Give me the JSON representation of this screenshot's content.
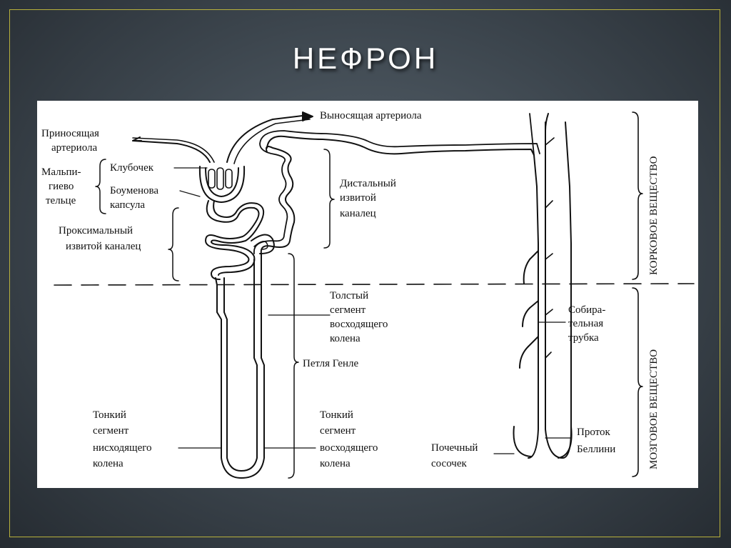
{
  "slide": {
    "title": "НЕФРОН"
  },
  "labels": {
    "efferent": "Выносящая артериола",
    "afferent_1": "Приносящая",
    "afferent_2": "артериола",
    "malpighian_1": "Мальпи-",
    "malpighian_2": "гиево",
    "malpighian_3": "тельце",
    "glomerulus": "Клубочек",
    "bowman_1": "Боуменова",
    "bowman_2": "капсула",
    "proximal_1": "Проксимальный",
    "proximal_2": "извитой каналец",
    "distal_1": "Дистальный",
    "distal_2": "извитой",
    "distal_3": "каналец",
    "cortex": "КОРКОВОЕ ВЕЩЕСТВО",
    "medulla": "МОЗГОВОЕ ВЕЩЕСТВО",
    "thick_1": "Толстый",
    "thick_2": "сегмент",
    "thick_3": "восходящего",
    "thick_4": "колена",
    "collecting_1": "Собира-",
    "collecting_2": "тельная",
    "collecting_3": "трубка",
    "henle": "Петля Генле",
    "thin_desc_1": "Тонкий",
    "thin_desc_2": "сегмент",
    "thin_desc_3": "нисходящего",
    "thin_desc_4": "колена",
    "thin_asc_1": "Тонкий",
    "thin_asc_2": "сегмент",
    "thin_asc_3": "восходящего",
    "thin_asc_4": "колена",
    "papilla_1": "Почечный",
    "papilla_2": "сосочек",
    "bellini_1": "Проток",
    "bellini_2": "Беллини"
  }
}
